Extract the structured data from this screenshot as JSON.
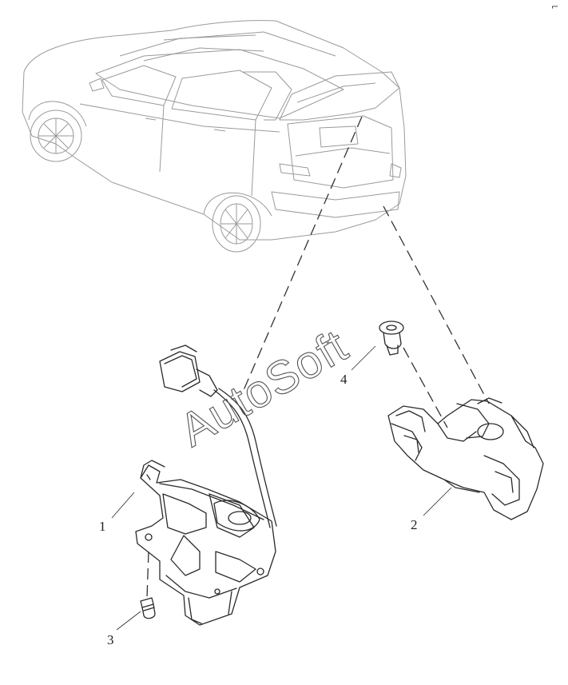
{
  "watermark": "AutoSoft",
  "corner_mark": "⌐",
  "callouts": [
    {
      "id": "1",
      "label": "1"
    },
    {
      "id": "2",
      "label": "2"
    },
    {
      "id": "3",
      "label": "3"
    },
    {
      "id": "4",
      "label": "4"
    }
  ]
}
